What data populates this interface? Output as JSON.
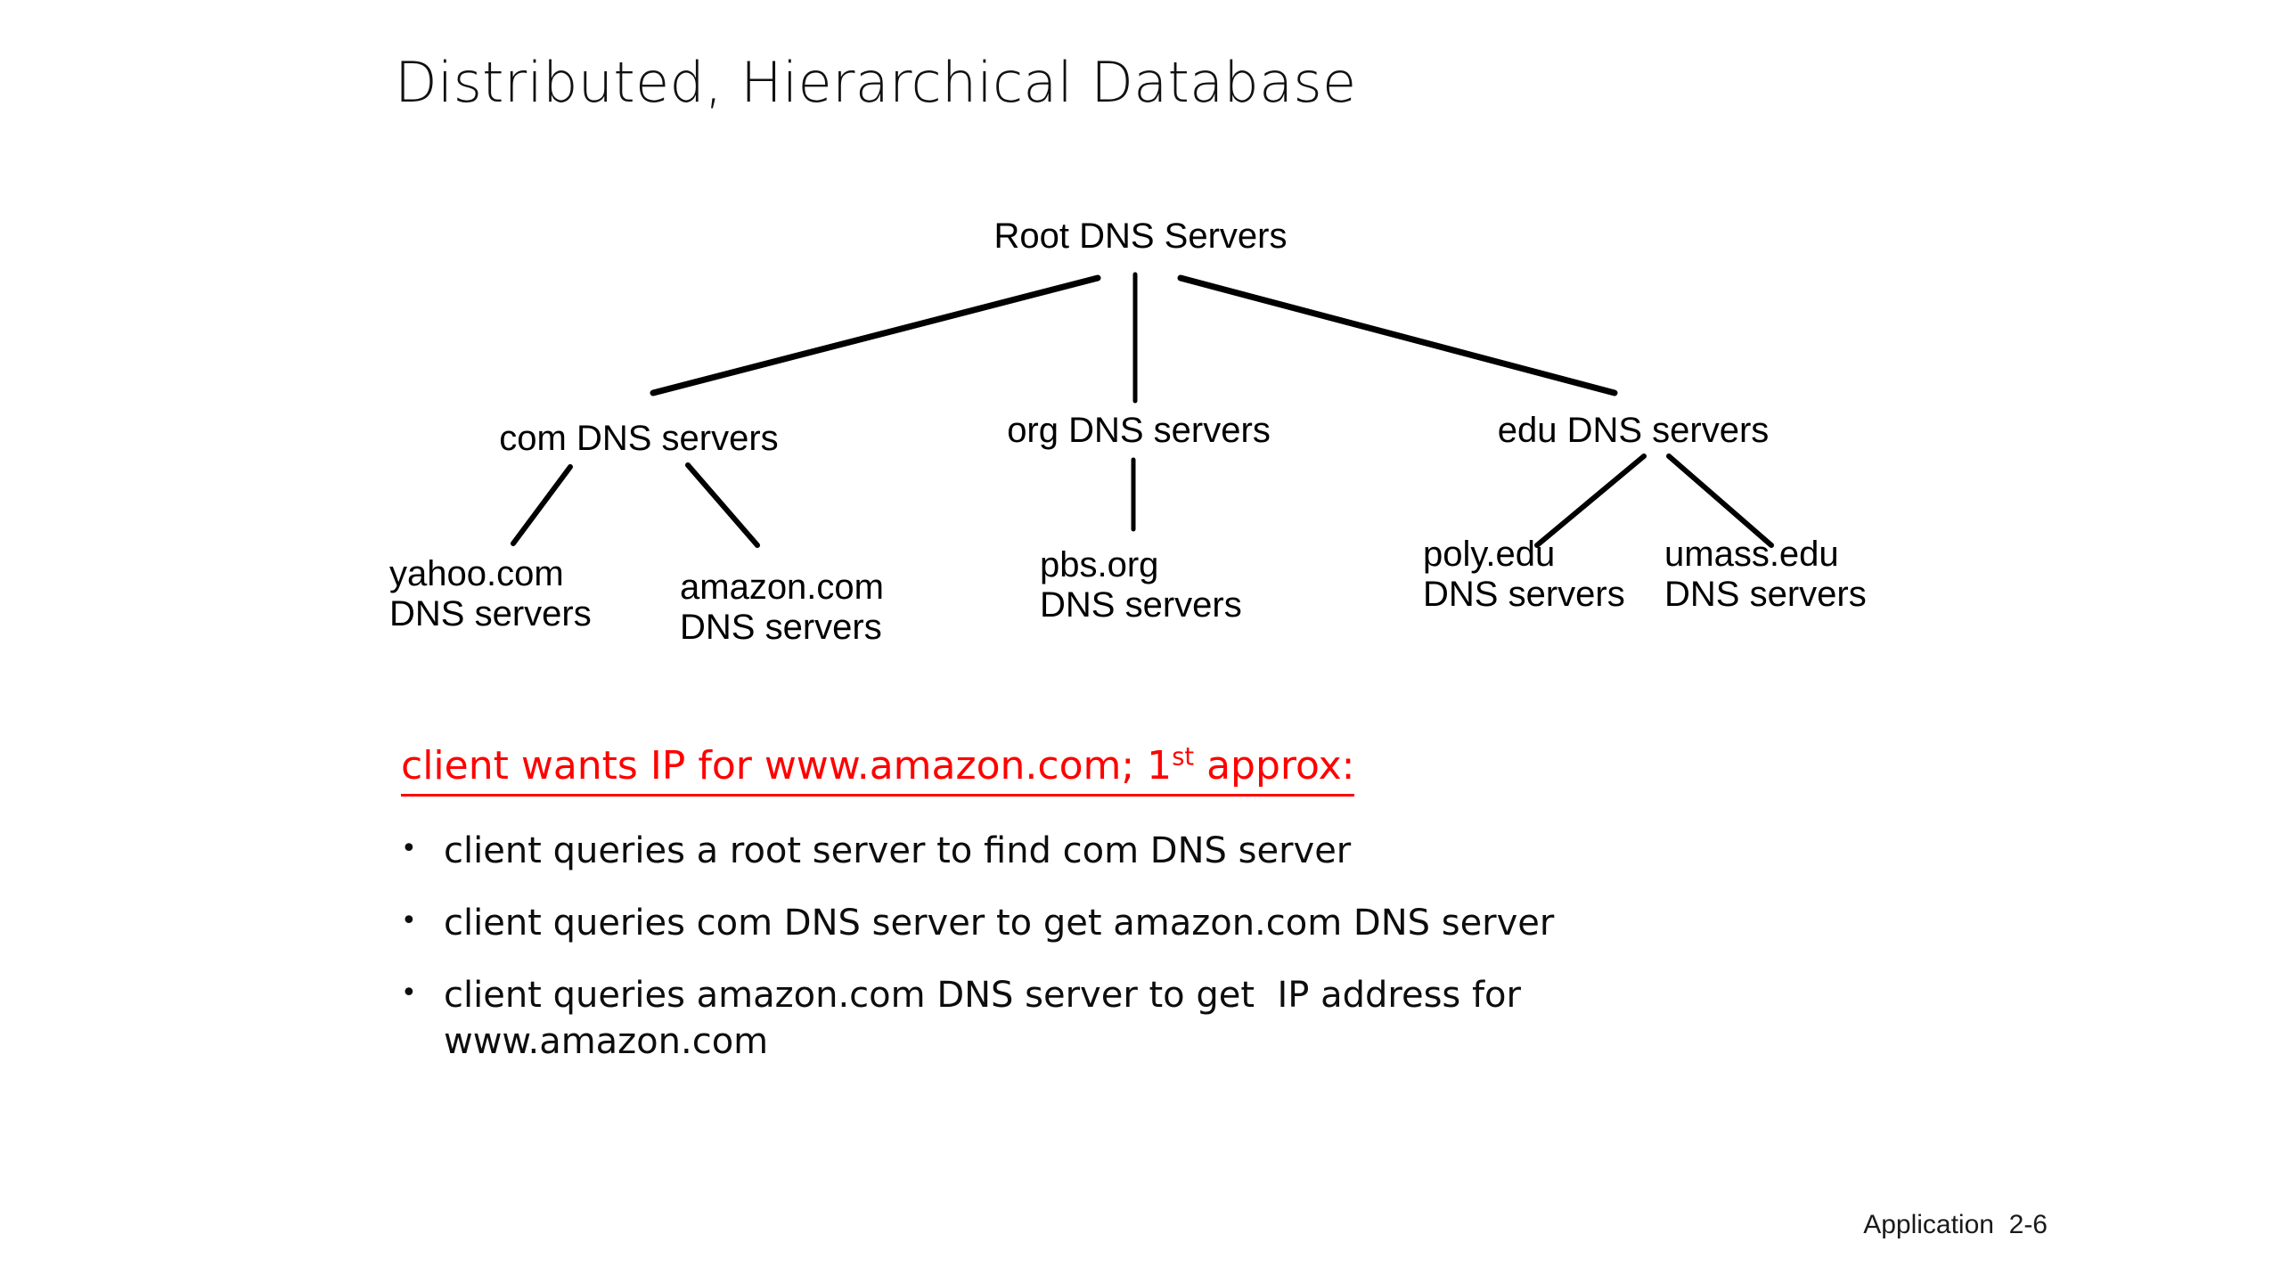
{
  "slide": {
    "title": "Distributed, Hierarchical Database",
    "footer": "Application  2-6"
  },
  "diagram": {
    "type": "tree",
    "nodes": {
      "root": "Root DNS Servers",
      "com": "com DNS servers",
      "org": "org DNS servers",
      "edu": "edu DNS servers",
      "yahoo": "yahoo.com\nDNS servers",
      "amazon": "amazon.com\nDNS servers",
      "pbs": "pbs.org\nDNS servers",
      "poly": "poly.edu\nDNS servers",
      "umass": "umass.edu\nDNS servers"
    },
    "line_color": "#000000"
  },
  "body": {
    "heading_pre": "client wants IP for www.amazon.com; 1",
    "heading_sup": "st",
    "heading_post": " approx:",
    "heading_color": "#ff0000",
    "bullet_glyph": "•",
    "bullets": [
      "client queries a root server to find com DNS server",
      "client queries com DNS server to get amazon.com DNS server",
      "client queries amazon.com DNS server to get  IP address for www.amazon.com"
    ]
  }
}
